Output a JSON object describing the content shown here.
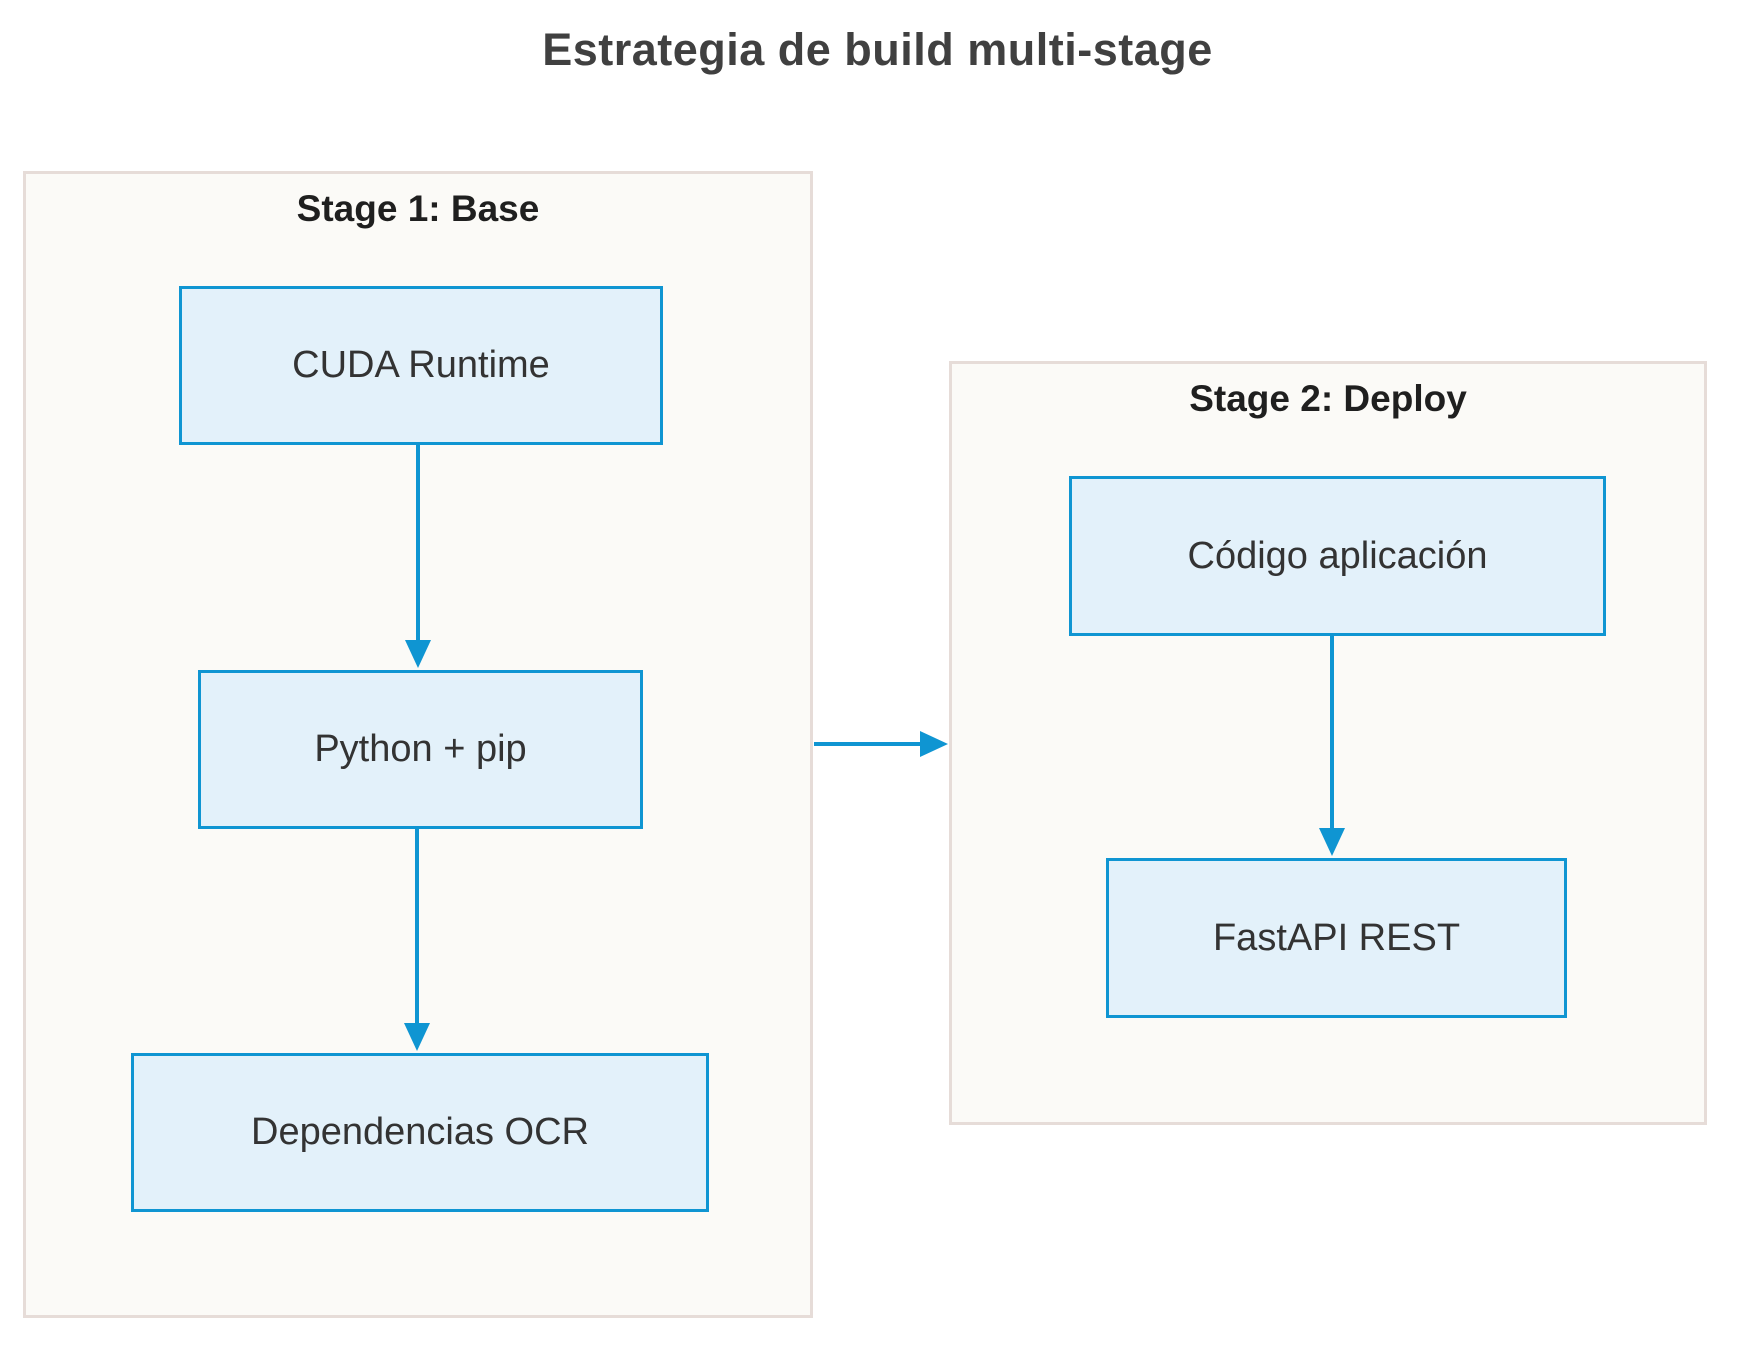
{
  "diagram": {
    "title": "Estrategia de build multi-stage",
    "clusters": [
      {
        "id": "stage1",
        "label": "Stage 1: Base",
        "nodes": [
          {
            "id": "cuda",
            "label": "CUDA Runtime"
          },
          {
            "id": "python",
            "label": "Python + pip"
          },
          {
            "id": "deps",
            "label": "Dependencias OCR"
          }
        ]
      },
      {
        "id": "stage2",
        "label": "Stage 2: Deploy",
        "nodes": [
          {
            "id": "codigo",
            "label": "Código aplicación"
          },
          {
            "id": "fastapi",
            "label": "FastAPI REST"
          }
        ]
      }
    ],
    "edges": [
      {
        "from": "CUDA Runtime",
        "to": "Python + pip"
      },
      {
        "from": "Python + pip",
        "to": "Dependencias OCR"
      },
      {
        "from": "Código aplicación",
        "to": "FastAPI REST"
      },
      {
        "from": "Stage 1: Base",
        "to": "Stage 2: Deploy"
      }
    ],
    "colors": {
      "node_fill": "#e3f1fa",
      "node_border": "#0f95d2",
      "cluster_fill": "#fbfaf7",
      "cluster_border": "#e6dcd8",
      "arrow": "#0f95d2",
      "node_text": "#333333",
      "cluster_label_text": "#1f1f1f",
      "title_text": "#404040",
      "background": "#ffffff"
    }
  }
}
